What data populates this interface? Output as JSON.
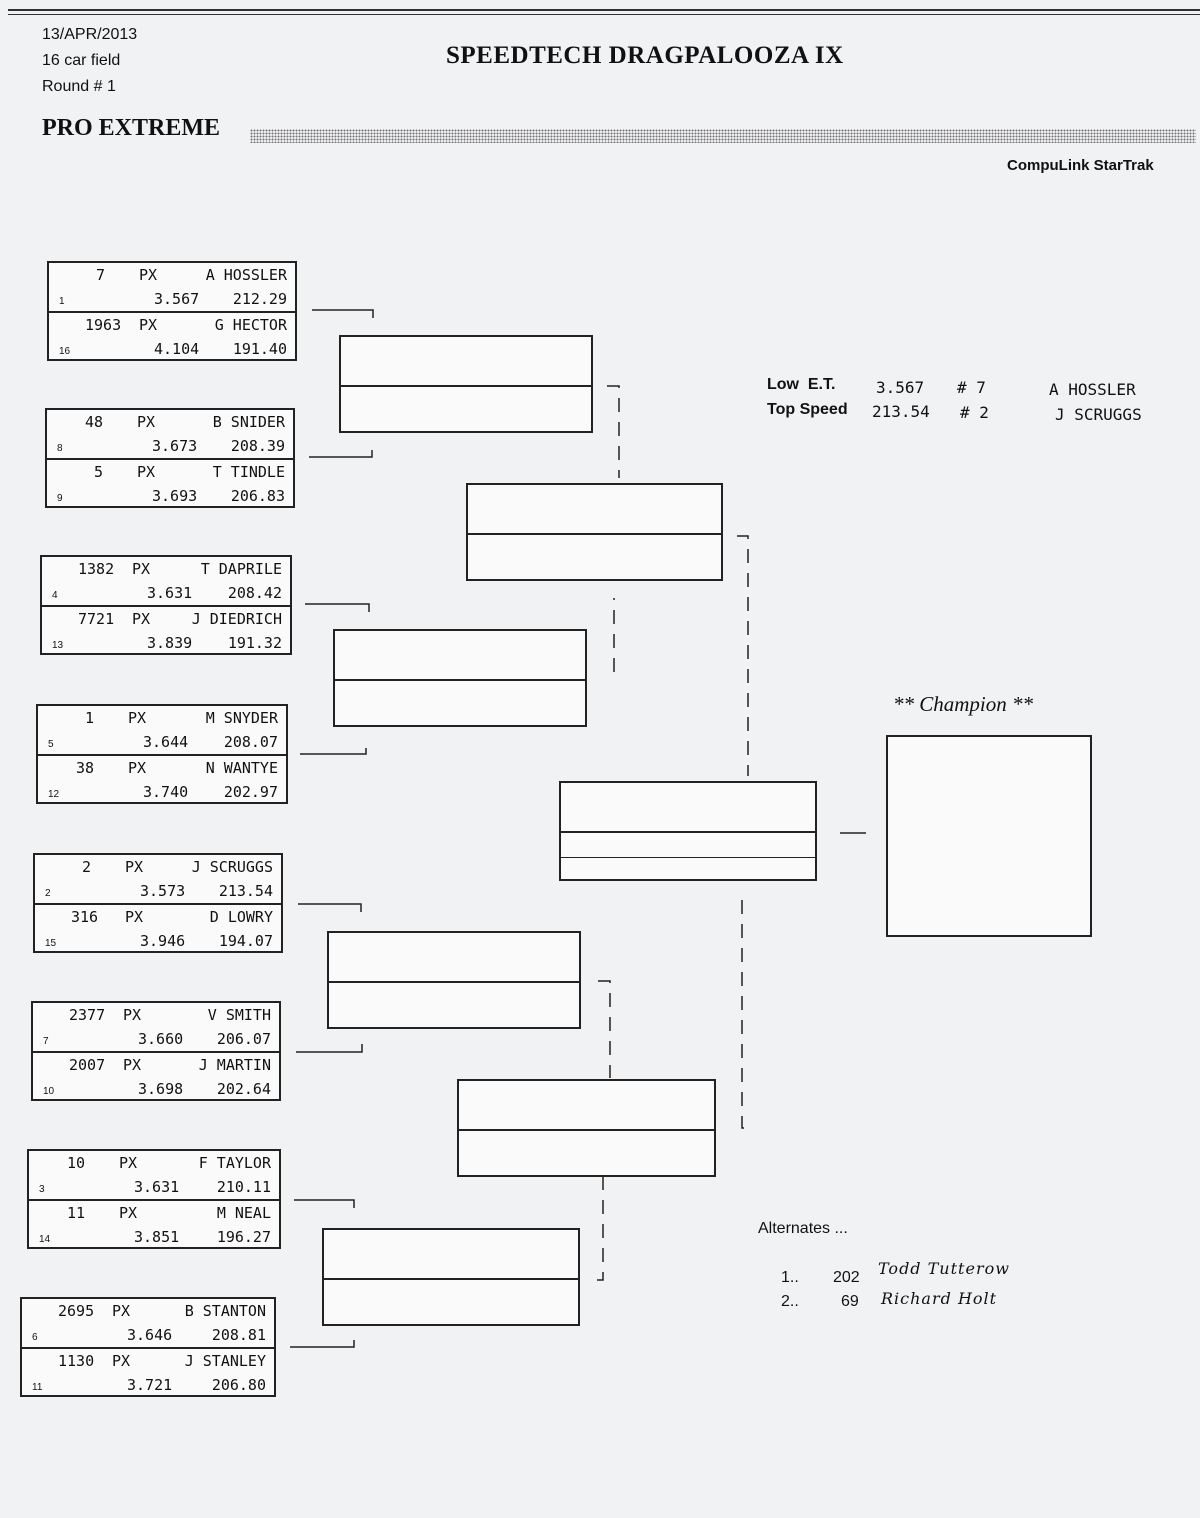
{
  "header": {
    "date": "13/APR/2013",
    "field": "16 car field",
    "round": "Round # 1",
    "title": "SPEEDTECH DRAGPALOOZA IX",
    "class_name": "PRO EXTREME",
    "system": "CompuLink StarTrak"
  },
  "pairs": [
    {
      "top": {
        "num": "7",
        "cls": "PX",
        "name": "A HOSSLER",
        "seed": "1",
        "et": "3.567",
        "mph": "212.29"
      },
      "bottom": {
        "num": "1963",
        "cls": "PX",
        "name": "G HECTOR",
        "seed": "16",
        "et": "4.104",
        "mph": "191.40"
      }
    },
    {
      "top": {
        "num": "48",
        "cls": "PX",
        "name": "B SNIDER",
        "seed": "8",
        "et": "3.673",
        "mph": "208.39"
      },
      "bottom": {
        "num": "5",
        "cls": "PX",
        "name": "T TINDLE",
        "seed": "9",
        "et": "3.693",
        "mph": "206.83"
      }
    },
    {
      "top": {
        "num": "1382",
        "cls": "PX",
        "name": "T DAPRILE",
        "seed": "4",
        "et": "3.631",
        "mph": "208.42"
      },
      "bottom": {
        "num": "7721",
        "cls": "PX",
        "name": "J DIEDRICH",
        "seed": "13",
        "et": "3.839",
        "mph": "191.32"
      }
    },
    {
      "top": {
        "num": "1",
        "cls": "PX",
        "name": "M SNYDER",
        "seed": "5",
        "et": "3.644",
        "mph": "208.07"
      },
      "bottom": {
        "num": "38",
        "cls": "PX",
        "name": "N WANTYE",
        "seed": "12",
        "et": "3.740",
        "mph": "202.97"
      }
    },
    {
      "top": {
        "num": "2",
        "cls": "PX",
        "name": "J SCRUGGS",
        "seed": "2",
        "et": "3.573",
        "mph": "213.54"
      },
      "bottom": {
        "num": "316",
        "cls": "PX",
        "name": "D LOWRY",
        "seed": "15",
        "et": "3.946",
        "mph": "194.07"
      }
    },
    {
      "top": {
        "num": "2377",
        "cls": "PX",
        "name": "V SMITH",
        "seed": "7",
        "et": "3.660",
        "mph": "206.07"
      },
      "bottom": {
        "num": "2007",
        "cls": "PX",
        "name": "J MARTIN",
        "seed": "10",
        "et": "3.698",
        "mph": "202.64"
      }
    },
    {
      "top": {
        "num": "10",
        "cls": "PX",
        "name": "F TAYLOR",
        "seed": "3",
        "et": "3.631",
        "mph": "210.11"
      },
      "bottom": {
        "num": "11",
        "cls": "PX",
        "name": "M NEAL",
        "seed": "14",
        "et": "3.851",
        "mph": "196.27"
      }
    },
    {
      "top": {
        "num": "2695",
        "cls": "PX",
        "name": "B STANTON",
        "seed": "6",
        "et": "3.646",
        "mph": "208.81"
      },
      "bottom": {
        "num": "1130",
        "cls": "PX",
        "name": "J STANLEY",
        "seed": "11",
        "et": "3.721",
        "mph": "206.80"
      }
    }
  ],
  "stats": {
    "low_et_label": "Low  E.T.",
    "low_et_value": "3.567",
    "low_et_car": "# 7",
    "low_et_driver": "A HOSSLER",
    "top_speed_label": "Top Speed",
    "top_speed_value": "213.54",
    "top_speed_car": "# 2",
    "top_speed_driver": "J SCRUGGS"
  },
  "champion_label": "** Champion **",
  "alternates": {
    "label": "Alternates ...",
    "items": [
      {
        "pos": "1..",
        "num": "202",
        "name": "Todd Tutterow"
      },
      {
        "pos": "2..",
        "num": "69",
        "name": "Richard Holt"
      }
    ]
  }
}
